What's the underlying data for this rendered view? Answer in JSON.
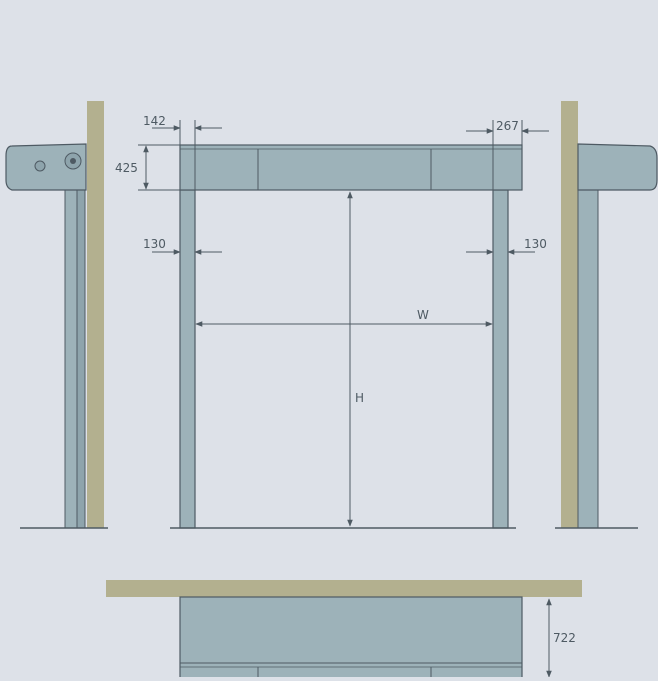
{
  "colors": {
    "background": "#dde1e8",
    "steel": "#9db2b9",
    "steel_dark": "#8ea4ac",
    "outline": "#4e5a63",
    "wall": "#b3b08f",
    "dimension": "#4e5a63"
  },
  "dimensions": {
    "header_left_offset": "142",
    "header_right_offset": "267",
    "header_height": "425",
    "post_left_width": "130",
    "post_right_width": "130",
    "opening_width": "W",
    "opening_height": "H",
    "top_view_depth": "722"
  }
}
